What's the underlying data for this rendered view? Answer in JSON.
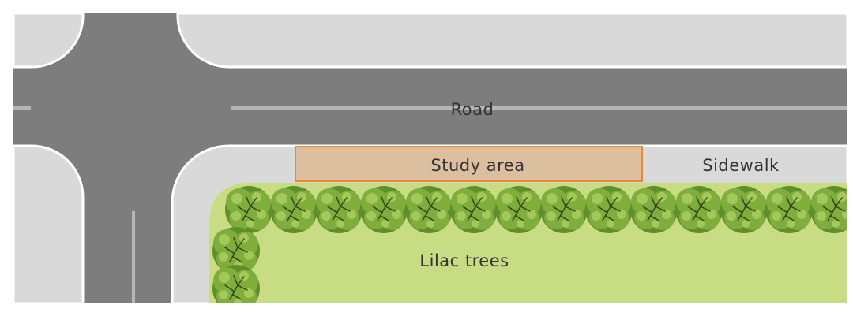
{
  "labels": {
    "road": "Road",
    "study_area": "Study area",
    "sidewalk": "Sidewalk",
    "lilac_trees": "Lilac trees"
  },
  "colors": {
    "road": "#7d7d7d",
    "sidewalk": "#d9d9d9",
    "curb": "#ffffff",
    "lane_marking": "#b5b5b5",
    "study_area_fill": "#dcbf9f",
    "study_area_border": "#ef8a2c",
    "lawn": "#c8dc84",
    "tree_dark": "#5f8f2b",
    "tree_mid": "#7fae3d",
    "tree_light": "#a4c95a",
    "branch": "#33401a",
    "label_text": "#333333"
  }
}
